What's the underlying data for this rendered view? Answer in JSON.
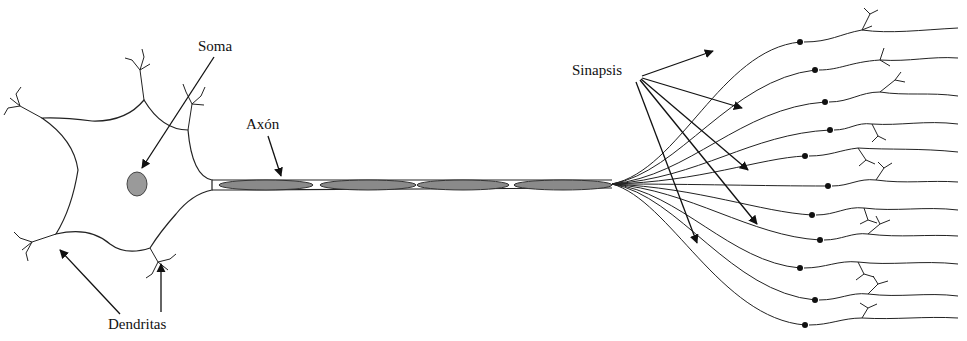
{
  "diagram": {
    "labels": [
      "Soma",
      "Axón",
      "Sinapsis",
      "Dendritas"
    ]
  }
}
